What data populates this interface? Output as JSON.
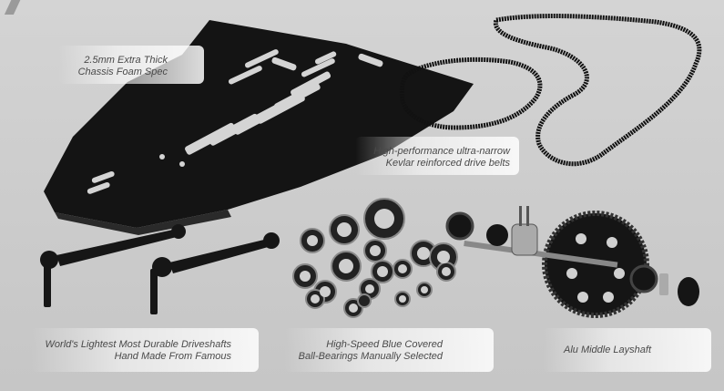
{
  "labels": {
    "chassis": [
      "2.5mm Extra Thick",
      "Chassis Foam Spec"
    ],
    "belts": [
      "High-performance ultra-narrow",
      "Kevlar reinforced drive belts"
    ],
    "driveshafts": [
      "World's Lightest Most Durable Driveshafts",
      "Hand Made From Famous"
    ],
    "bearings": [
      "High-Speed Blue Covered",
      "Ball-Bearings Manually Selected"
    ],
    "layshaft": [
      "Alu Middle Layshaft"
    ]
  }
}
